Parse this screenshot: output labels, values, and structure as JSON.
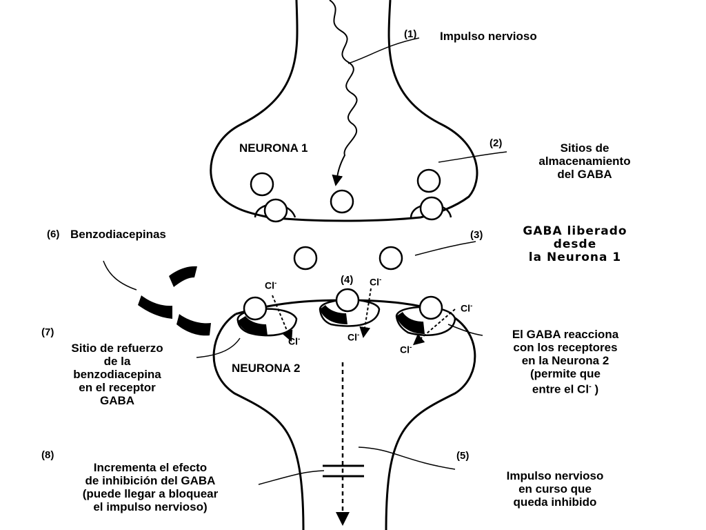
{
  "labels": {
    "l1_num": "(1)",
    "l1_text": "Impulso nervioso",
    "l2_num": "(2)",
    "l2_line1": "Sitios de",
    "l2_line2": "almacenamiento",
    "l2_line3": "del GABA",
    "l3_num": "(3)",
    "l3_line1": "GABA liberado",
    "l3_line2": "desde",
    "l3_line3": "la Neurona 1",
    "neurona1": "NEURONA 1",
    "neurona2": "NEURONA 2",
    "l4_num": "(4)",
    "l5_num": "(5)",
    "l5_line1": "Impulso nervioso",
    "l5_line2": "en curso que",
    "l5_line3": "queda inhibido",
    "l6_num": "(6)",
    "l6_text": "Benzodiacepinas",
    "l7_num": "(7)",
    "l7_line1": "Sitio de refuerzo",
    "l7_line2": "de la",
    "l7_line3": "benzodiacepina",
    "l7_line4": "en el receptor",
    "l7_line5": "GABA",
    "l8_num": "(8)",
    "l8_line1": "Incrementa el efecto",
    "l8_line2": "de inhibición del GABA",
    "l8_line3": "(puede llegar a bloquear",
    "l8_line4": "el impulso nervioso)",
    "react_line1": "El GABA reacciona",
    "react_line2": "con los receptores",
    "react_line3": "en la Neurona 2",
    "react_line4": "(permite que",
    "react_line5_a": "entre el Cl",
    "react_line5_sup": "-",
    "react_line5_b": " )"
  },
  "ions": {
    "symbol": "Cl",
    "charge": "-"
  },
  "colors": {
    "stroke": "#000000",
    "background": "#ffffff"
  }
}
